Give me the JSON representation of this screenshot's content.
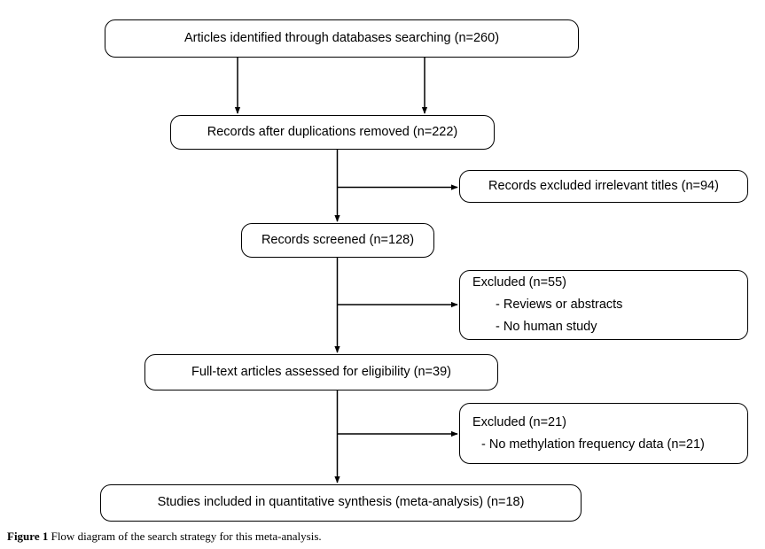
{
  "figure": {
    "caption_label": "Figure 1",
    "caption_text": "Flow diagram of the search strategy for this meta-analysis.",
    "type": "prisma-flow-diagram"
  },
  "diagram": {
    "title": "Flow diagram of the search strategy for this meta-analysis",
    "stroke_color": "#000000",
    "fill_color": "#ffffff",
    "nodes": {
      "identified": {
        "label": "Articles identified through databases searching (n=260)",
        "count": 260
      },
      "duplicates_removed": {
        "label": "Records after duplications removed (n=222)",
        "count": 222
      },
      "excluded_titles": {
        "label": "Records excluded irrelevant titles (n=94)",
        "count": 94
      },
      "screened": {
        "label": "Records screened (n=128)",
        "count": 128
      },
      "excluded_55": {
        "line1": "Excluded (n=55)",
        "line2": "- Reviews or abstracts",
        "line3": "- No human study",
        "count": 55
      },
      "fulltext": {
        "label": "Full-text articles assessed for eligibility (n=39)",
        "count": 39
      },
      "excluded_21": {
        "line1": "Excluded (n=21)",
        "line2": "- No methylation frequency data (n=21)",
        "count": 21
      },
      "included": {
        "label": "Studies included in quantitative synthesis (meta-analysis) (n=18)",
        "count": 18
      }
    }
  }
}
